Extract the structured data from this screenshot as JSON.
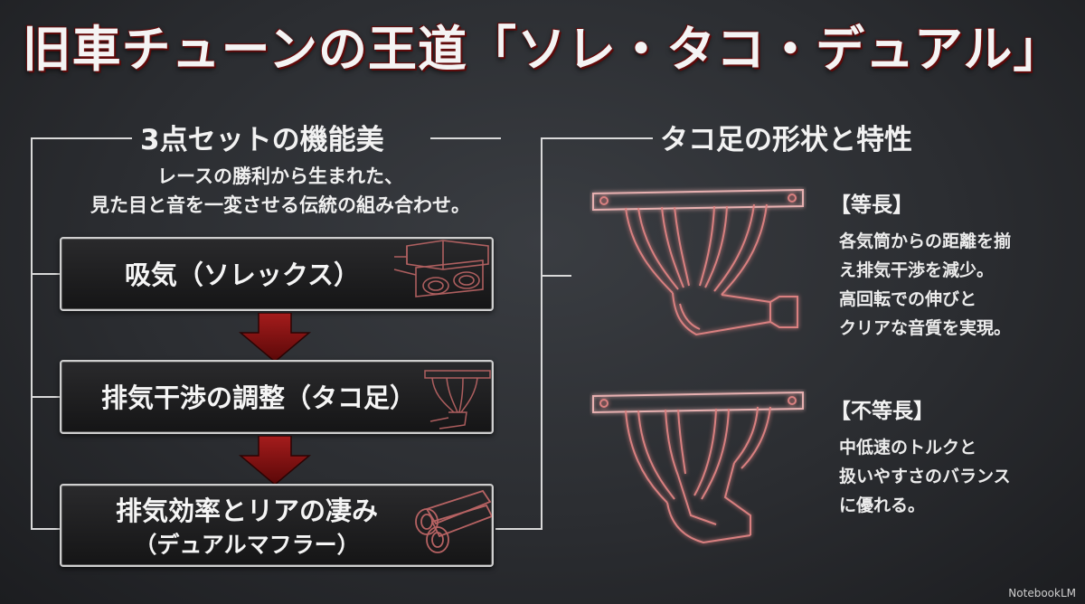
{
  "title": "旧車チューンの王道「ソレ・タコ・デュアル」",
  "left": {
    "title": "3点セットの機能美",
    "subtitle_1": "レースの勝利から生まれた、",
    "subtitle_2": "見た目と音を一変させる伝統の組み合わせ。",
    "steps": [
      {
        "label": "吸気（ソレックス）",
        "icon": "carburetor-icon"
      },
      {
        "label": "排気干渉の調整（タコ足）",
        "icon": "exhaust-header-icon"
      },
      {
        "label": "排気効率とリアの凄み",
        "sublabel": "（デュアルマフラー）",
        "icon": "dual-muffler-icon"
      }
    ]
  },
  "right": {
    "title": "タコ足の形状と特性",
    "items": [
      {
        "heading": "【等長】",
        "lines": [
          "各気筒からの距離を揃",
          "え排気干渉を減少。",
          "高回転での伸びと",
          "クリアな音質を実現。"
        ],
        "icon": "equal-length-header-icon"
      },
      {
        "heading": "【不等長】",
        "lines": [
          "中低速のトルクと",
          "扱いやすさのバランス",
          "に優れる。"
        ],
        "icon": "unequal-length-header-icon"
      }
    ]
  },
  "brand": "NotebookLM",
  "colors": {
    "accent": "#8b1a1a",
    "glow": "#c0392b",
    "background": "#2b2d31",
    "line": "#d9d9d9"
  }
}
